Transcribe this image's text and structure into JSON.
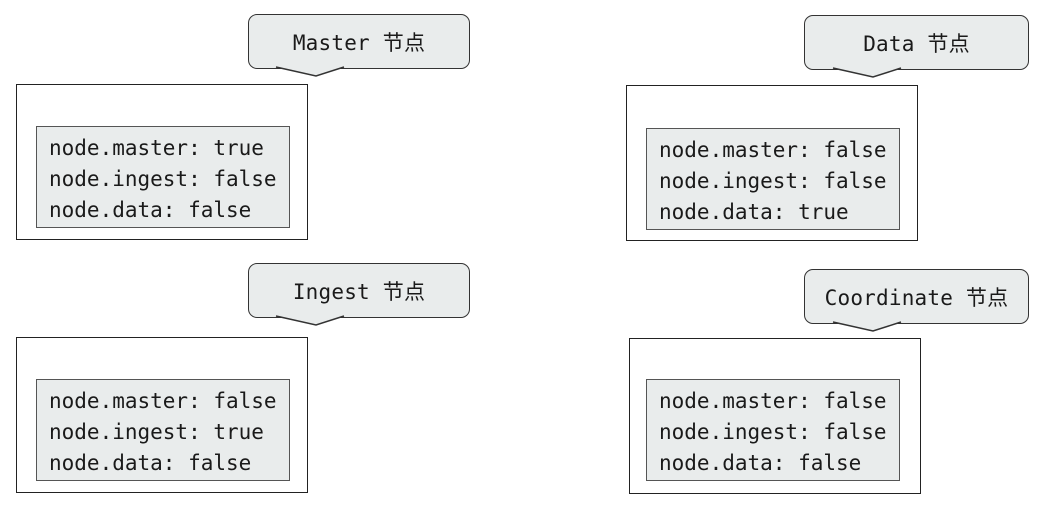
{
  "nodes": [
    {
      "label": "Master 节点",
      "config": [
        "node.master: true",
        "node.ingest: false",
        "node.data: false"
      ]
    },
    {
      "label": "Data 节点",
      "config": [
        "node.master: false",
        "node.ingest: false",
        "node.data: true"
      ]
    },
    {
      "label": "Ingest 节点",
      "config": [
        "node.master: false",
        "node.ingest: true",
        "node.data: false"
      ]
    },
    {
      "label": "Coordinate 节点",
      "config": [
        "node.master: false",
        "node.ingest: false",
        "node.data: false"
      ]
    }
  ]
}
